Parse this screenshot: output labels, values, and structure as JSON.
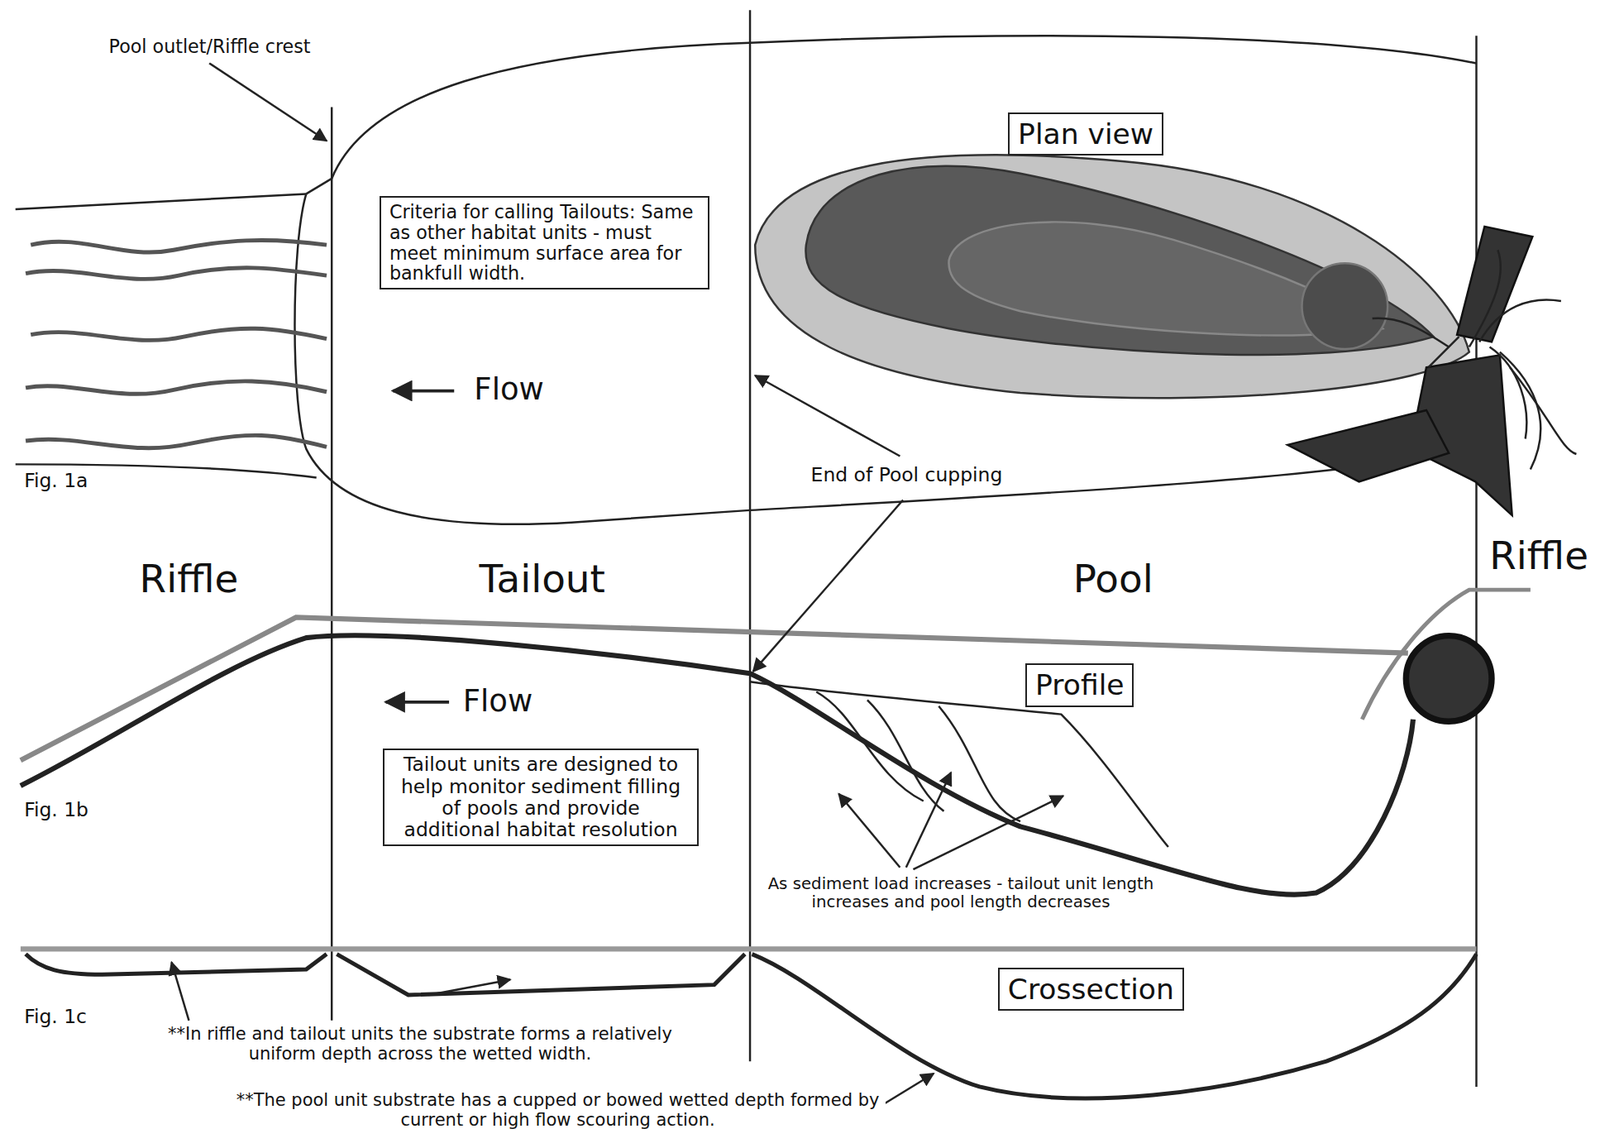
{
  "diagram": {
    "nodes": [
      {
        "text": [
          "Plan view"
        ]
      },
      {
        "text": [
          "Criteria for calling Tailouts: Same as other habitat units - must meet minimum surface area for bankfull width."
        ]
      },
      {
        "text": [
          "Profile"
        ]
      },
      {
        "text": [
          "Tailout units are designed to help monitor sediment filling of pools and provide additional habitat resolution"
        ]
      },
      {
        "text": [
          "Crossection"
        ]
      }
    ],
    "labels": [
      "Pool outlet/Riffle crest",
      "Flow",
      "Fig. 1a",
      "End of Pool cupping",
      "Riffle",
      "Tailout",
      "Pool",
      "Riffle",
      "Flow",
      "Fig. 1b",
      "As sediment load increases - tailout unit length increases and pool length decreases",
      "Fig. 1c",
      "**In riffle and tailout units the substrate forms a relatively uniform depth across the wetted width.",
      "**The pool unit substrate has a cupped or bowed wetted depth formed by current or high flow scouring action."
    ]
  }
}
